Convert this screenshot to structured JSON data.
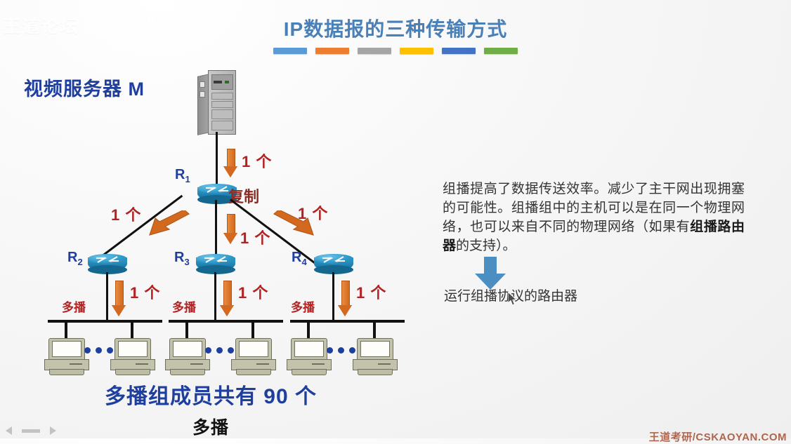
{
  "watermark": {
    "top_left": "王道论坛",
    "bottom_right": "王道考研/CSKAOYAN.COM"
  },
  "slide": {
    "title": "IP数据报的三种传输方式",
    "accent_bars": [
      "#5B9BD5",
      "#ED7D31",
      "#A5A5A5",
      "#FFC000",
      "#4472C4",
      "#70AD47"
    ],
    "title_color": "#4a80b8"
  },
  "diagram": {
    "server_label": "视频服务器 M",
    "server_icon": "server-tower-icon",
    "copy_label": "复制",
    "routers": [
      {
        "name": "R",
        "index": "1"
      },
      {
        "name": "R",
        "index": "2"
      },
      {
        "name": "R",
        "index": "3"
      },
      {
        "name": "R",
        "index": "4"
      }
    ],
    "packet_counts": [
      "1 个",
      "1 个",
      "1 个",
      "1 个",
      "1 个",
      "1 个",
      "1 个"
    ],
    "lan_labels": [
      "多播",
      "多播",
      "多播"
    ],
    "ellipsis": "• • •",
    "caption_main": "多播组成员共有 90 个",
    "caption_sub": "多播",
    "caption_main_color": "#1f3f9e"
  },
  "notes": {
    "paragraph_1": "组播提高了数据传送效率。减少了主干网出现",
    "paragraph_2": "拥塞的可能性。组播组中的主机可以是在同一",
    "paragraph_3": "个物理网络，也可以来自不同的物理网络（如",
    "paragraph_4_pre": "果有",
    "paragraph_4_bold": "组播路由器",
    "paragraph_4_post": "的支持）。",
    "arrow_icon": "blue-down-arrow-icon",
    "conclusion": "运行组播协议的路由器"
  },
  "player": {
    "prev_icon": "previous-icon",
    "stop_icon": "stop-icon",
    "next_icon": "next-icon"
  }
}
